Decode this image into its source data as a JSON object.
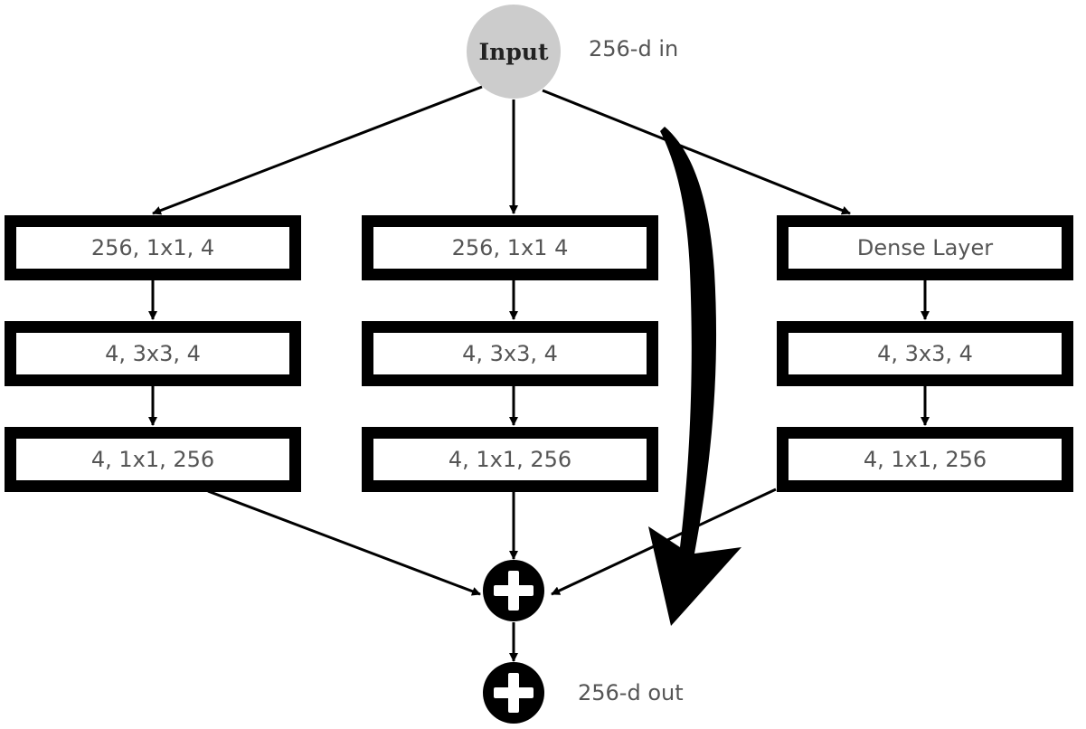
{
  "input_node": {
    "label": "Input",
    "dimension_label": "256-d in",
    "fill": "#cccccc"
  },
  "output": {
    "dimension_label": "256-d out"
  },
  "columns": [
    {
      "blocks": [
        "256, 1x1, 4",
        "4, 3x3, 4",
        "4, 1x1, 256"
      ]
    },
    {
      "blocks": [
        "256, 1x1 4",
        "4, 3x3, 4",
        "4, 1x1, 256"
      ]
    },
    {
      "blocks": [
        "Dense Layer",
        "4, 3x3, 4",
        "4, 1x1, 256"
      ]
    }
  ],
  "colors": {
    "stroke": "#000000",
    "text": "#555555",
    "background": "#ffffff"
  }
}
